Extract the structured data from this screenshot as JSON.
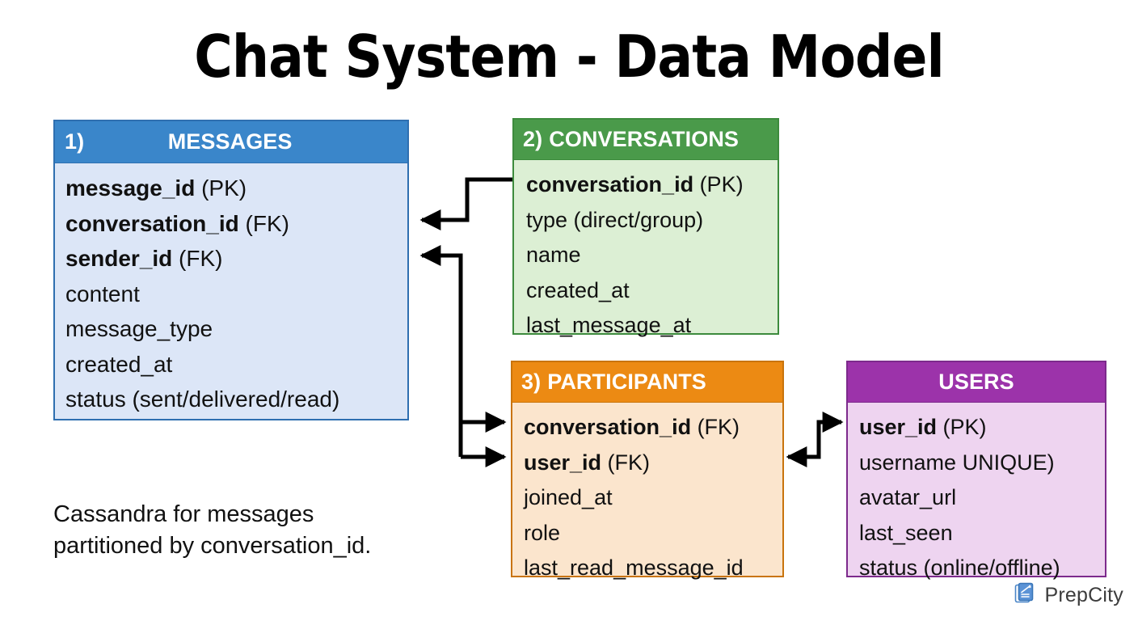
{
  "title": "Chat System - Data Model",
  "entities": [
    {
      "id": "messages",
      "number": "1)",
      "name": "MESSAGES",
      "header_color": "#3a86ca",
      "border_color": "#2f6fb0",
      "body_color": "#dce6f7",
      "fields": [
        {
          "name": "message_id",
          "key": " (PK)",
          "bold": true
        },
        {
          "name": "conversation_id",
          "key": " (FK)",
          "bold": true
        },
        {
          "name": "sender_id",
          "key": " (FK)",
          "bold": true
        },
        {
          "name": "content",
          "key": "",
          "bold": false
        },
        {
          "name": "message_type",
          "key": "",
          "bold": false
        },
        {
          "name": "created_at",
          "key": "",
          "bold": false
        },
        {
          "name": "status",
          "key": " (sent/delivered/read)",
          "bold": false
        }
      ]
    },
    {
      "id": "conversations",
      "number": "2)",
      "name": "CONVERSATIONS",
      "header_color": "#4a9a4a",
      "border_color": "#3d8b3d",
      "body_color": "#dcefd4",
      "fields": [
        {
          "name": "conversation_id",
          "key": " (PK)",
          "bold": true
        },
        {
          "name": "type",
          "key": " (direct/group)",
          "bold": false
        },
        {
          "name": "name",
          "key": "",
          "bold": false
        },
        {
          "name": "created_at",
          "key": "",
          "bold": false
        },
        {
          "name": "last_message_at",
          "key": "",
          "bold": false
        }
      ]
    },
    {
      "id": "participants",
      "number": "3)",
      "name": "PARTICIPANTS",
      "header_color": "#ec8a13",
      "border_color": "#c9740c",
      "body_color": "#fbe5cd",
      "fields": [
        {
          "name": "conversation_id",
          "key": " (FK)",
          "bold": true
        },
        {
          "name": "user_id",
          "key": " (FK)",
          "bold": true
        },
        {
          "name": "joined_at",
          "key": "",
          "bold": false
        },
        {
          "name": "role",
          "key": "",
          "bold": false
        },
        {
          "name": "last_read_message_id",
          "key": "",
          "bold": false
        }
      ]
    },
    {
      "id": "users",
      "number": "",
      "name": "USERS",
      "header_color": "#9c33aa",
      "border_color": "#7d2a8c",
      "body_color": "#eed4f0",
      "fields": [
        {
          "name": "user_id",
          "key": " (PK)",
          "bold": true
        },
        {
          "name": "username",
          "key": " UNIQUE)",
          "bold": false
        },
        {
          "name": "avatar_url",
          "key": "",
          "bold": false
        },
        {
          "name": "last_seen",
          "key": "",
          "bold": false
        },
        {
          "name": "status",
          "key": " (online/offline)",
          "bold": false
        }
      ]
    }
  ],
  "note": {
    "line1": "Cassandra for messages",
    "line2": "partitioned by conversation_id."
  },
  "brand": {
    "name": "PrepCity",
    "icon": "document-pen-icon",
    "icon_color": "#4a86c8",
    "text_color": "#3c3c3c"
  },
  "connectors": [
    {
      "id": "conversations-to-messages-conversation-id",
      "from": "conversations",
      "to": "messages",
      "direction": "one-way"
    },
    {
      "id": "participants-trunk-to-messages-sender-id",
      "from": "participants",
      "to": "messages",
      "direction": "one-way"
    },
    {
      "id": "conversations-to-participants-conversation-id",
      "from": "conversations",
      "to": "participants",
      "direction": "one-way"
    },
    {
      "id": "trunk-to-participants-user-id",
      "from": "trunk",
      "to": "participants",
      "direction": "one-way"
    },
    {
      "id": "participants-users-link",
      "from": "participants",
      "to": "users",
      "direction": "two-way"
    }
  ]
}
